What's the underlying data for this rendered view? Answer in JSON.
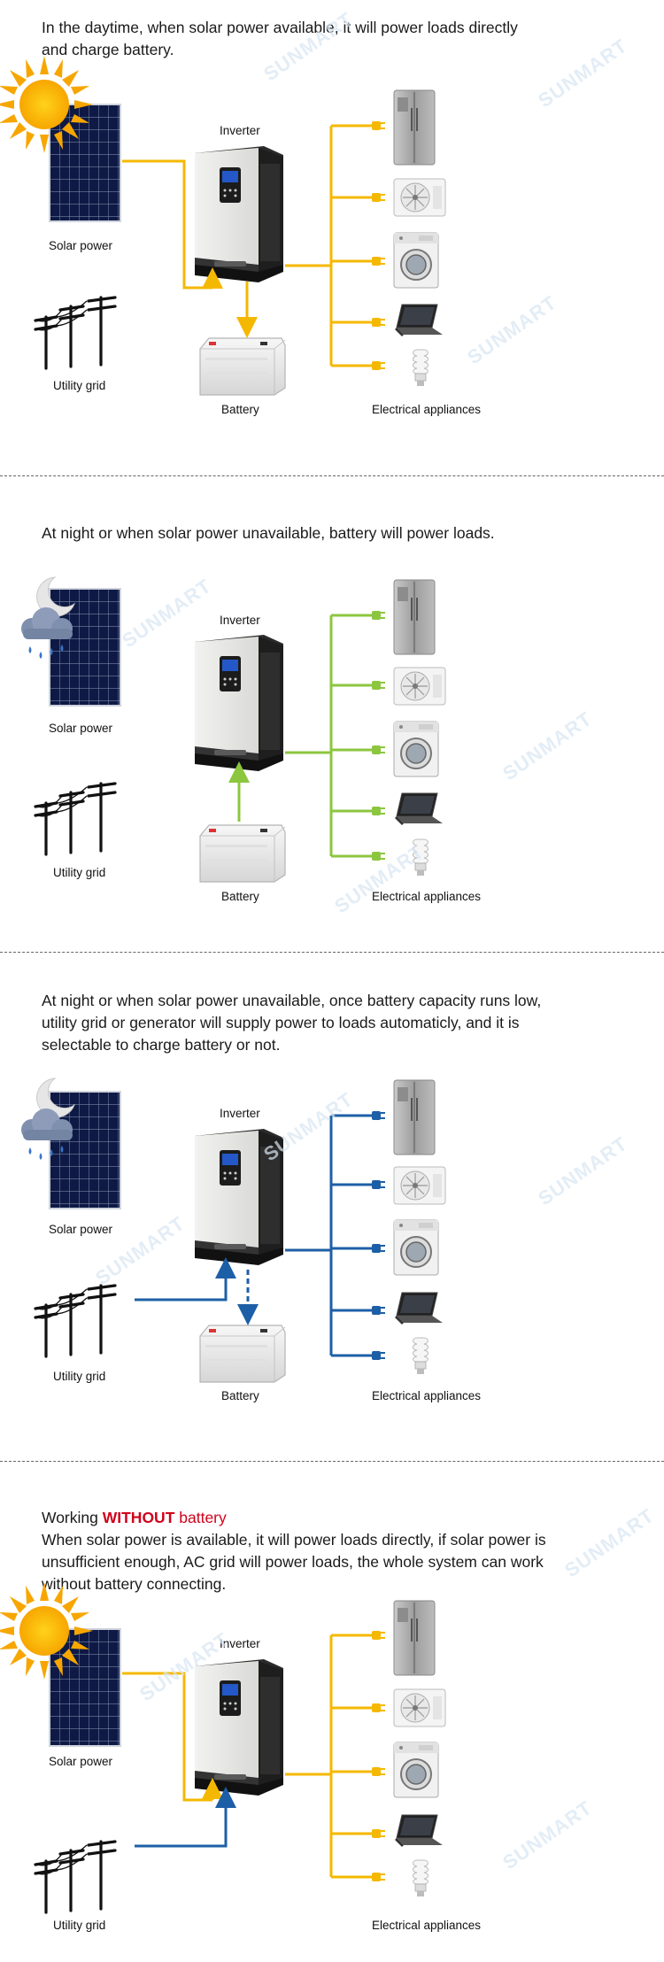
{
  "sections": [
    {
      "lines": [
        "In the daytime, when solar power available, it will power loads directly",
        "and charge battery."
      ],
      "labels": {
        "inverter": "Inverter",
        "solar": "Solar power",
        "grid": "Utility grid",
        "battery": "Battery",
        "appliances": "Electrical appliances"
      },
      "flow_color": "#f5b800"
    },
    {
      "lines": [
        "At night or when solar power unavailable, battery will power loads."
      ],
      "labels": {
        "inverter": "Inverter",
        "solar": "Solar power",
        "grid": "Utility grid",
        "battery": "Battery",
        "appliances": "Electrical appliances"
      },
      "flow_color": "#8cc63f"
    },
    {
      "lines": [
        "At night or when solar power unavailable, once battery capacity runs low,",
        "utility grid or generator will supply power to loads automaticly, and it is",
        "selectable to charge battery or not."
      ],
      "labels": {
        "inverter": "Inverter",
        "solar": "Solar power",
        "grid": "Utility grid",
        "battery": "Battery",
        "appliances": "Electrical appliances"
      },
      "flow_color": "#1d5fa6"
    },
    {
      "heading_prefix": "Working ",
      "heading_highlight": "WITHOUT",
      "heading_suffix": " battery",
      "lines": [
        "When solar power is available, it will power loads directly, if solar power is",
        "unsufficient enough, AC grid will power loads, the whole system can work",
        "without battery connecting."
      ],
      "labels": {
        "inverter": "Inverter",
        "solar": "Solar power",
        "grid": "Utility grid",
        "appliances": "Electrical appliances"
      },
      "flow_color": "#f5b800",
      "grid_color": "#1d5fa6"
    }
  ],
  "watermark": "SUNMART",
  "icons": [
    "sun-icon",
    "moon-icon",
    "cloud-rain-icon",
    "solar-panel-icon",
    "utility-pole-icon",
    "inverter-icon",
    "battery-icon",
    "refrigerator-icon",
    "air-conditioner-icon",
    "washing-machine-icon",
    "laptop-icon",
    "light-bulb-icon"
  ]
}
